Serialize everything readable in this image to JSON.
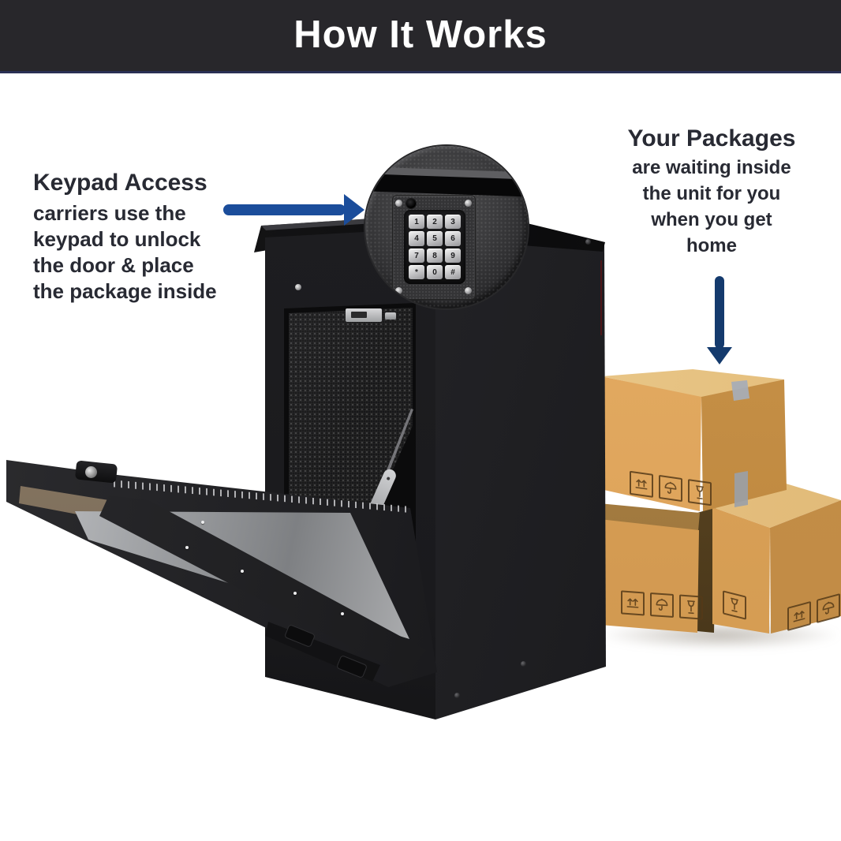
{
  "header": {
    "title": "How It Works"
  },
  "annotations": {
    "left": {
      "heading": "Keypad Access",
      "lines": [
        "carriers use the",
        "keypad to unlock",
        "the door & place",
        "the package inside"
      ]
    },
    "right": {
      "heading": "Your Packages",
      "lines": [
        "are waiting inside",
        "the unit for you",
        "when you get",
        "home"
      ]
    }
  },
  "keypad": {
    "keys": [
      "1",
      "2",
      "3",
      "4",
      "5",
      "6",
      "7",
      "8",
      "9",
      "*",
      "0",
      "#"
    ]
  },
  "scene": {
    "box_icons": [
      "this-side-up",
      "keep-dry",
      "fragile"
    ],
    "unit": "black parcel drop box with open front chute",
    "inset": "circular zoom of door keypad"
  },
  "colors": {
    "header_bg": "#28272b",
    "header_rule": "#2a3054",
    "title_text": "#ffffff",
    "annotation_text": "#282a33",
    "arrow_right": "#1b4d9b",
    "arrow_down": "#143a6d",
    "box_front": "#dfa55c",
    "box_side": "#bf8a45",
    "box_top": "#ecca8e",
    "unit_black": "#1a1a1d",
    "metal": "#b9babc",
    "icon_stroke": "#553a18"
  }
}
